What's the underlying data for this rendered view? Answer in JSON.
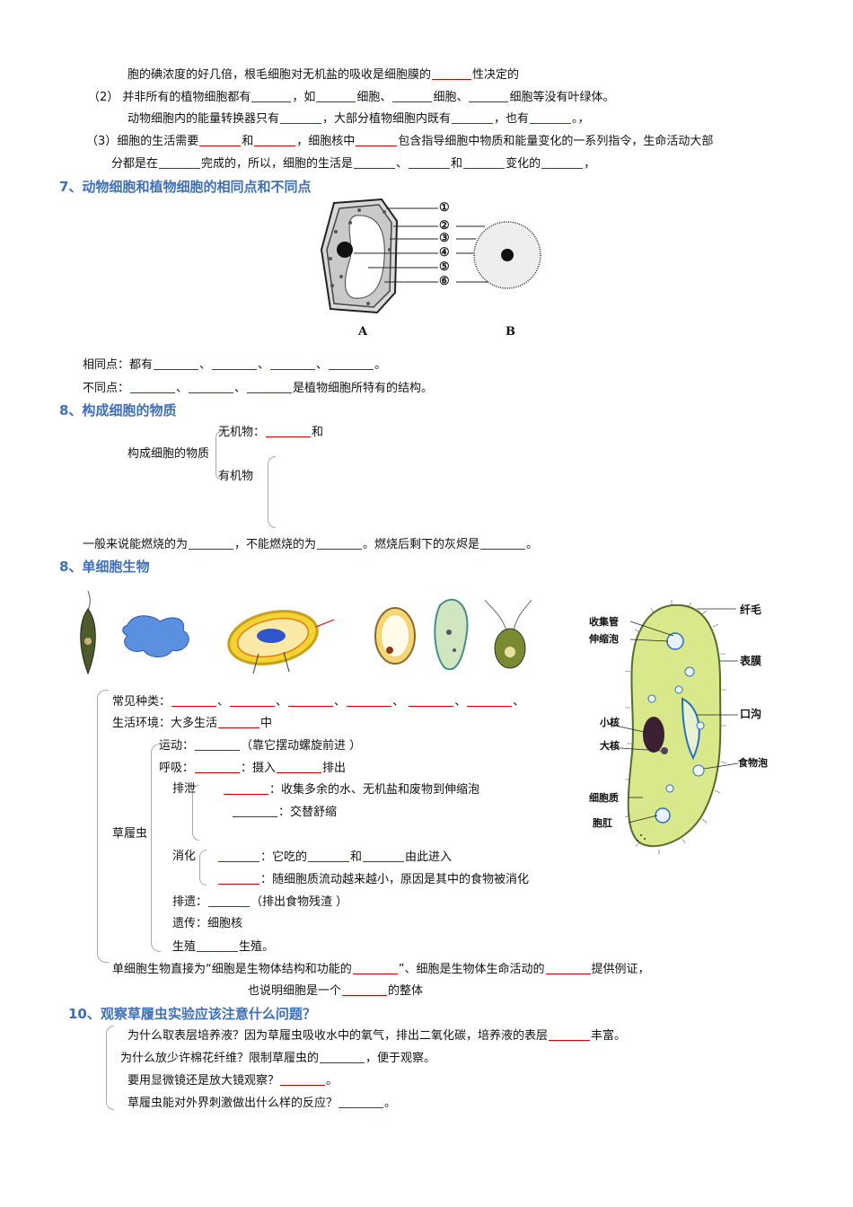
{
  "sec6": {
    "l1": {
      "a": "胞的碘浓度的好几倍，根毛细胞对无机盐的吸收是细胞膜的",
      "b": "性决定的"
    },
    "l2": {
      "a": "（2）  并非所有的植物细胞都有",
      "b": "，如",
      "c": "细胞、",
      "d": "细胞、",
      "e": "细胞等没有叶绿体。"
    },
    "l3": {
      "a": "动物细胞内的能量转换器只有",
      "b": "，大部分植物细胞内既有",
      "c": "，也有",
      "d": "。，"
    },
    "l4": {
      "a": "（3）细胞的生活需要",
      "b": "和",
      "c": "，细胞核中",
      "d": "包含指导细胞中物质和能量变化的一系列指令，生命活动大部"
    },
    "l5": {
      "a": "分都是在",
      "b": "完成的，所以，细胞的生活是",
      "c": "、",
      "d": "和",
      "e": "变化的",
      "f": "，"
    }
  },
  "sec7": {
    "title": "7、动物细胞和植物细胞的相同点和不同点",
    "labels": [
      "①",
      "②",
      "③",
      "④",
      "⑤",
      "⑥"
    ],
    "fig_a": "A",
    "fig_b": "B",
    "same": {
      "a": "相同点：都有",
      "sep": "、",
      "end": "。"
    },
    "diff": {
      "a": "不同点：",
      "sep": "、",
      "end": "是植物细胞所特有的结构。"
    }
  },
  "sec8a": {
    "title": "8、构成细胞的物质",
    "inorganic": "无机物：",
    "and": "和",
    "root": "构成细胞的物质",
    "organic": "有机物",
    "burn": {
      "a": "一般来说能燃烧的为",
      "b": "，不能燃烧的为",
      "c": "。燃烧后剩下的灰烬是",
      "d": "。"
    }
  },
  "sec8b": {
    "title": "8、单细胞生物",
    "para_labels": {
      "cilia": "纤毛",
      "collect": "收集管",
      "contract": "伸缩泡",
      "membrane": "表膜",
      "groove": "口沟",
      "micro": "小核",
      "macro": "大核",
      "food": "食物泡",
      "cyto": "细胞质",
      "anal": "胞肛"
    },
    "species": "常见种类：",
    "sep": "、",
    "env": {
      "a": "生活环境：大多生活",
      "b": "中"
    },
    "para": "草履虫",
    "move": {
      "a": "运动：",
      "b": "（靠它摆动螺旋前进 ）"
    },
    "breath": {
      "a": "呼吸：",
      "b": "：摄入",
      "c": "排出"
    },
    "excrete": "排泄",
    "ex1": "：收集多余的水、无机盐和废物到伸缩泡",
    "ex2": "：交替舒缩",
    "digest": "消化",
    "dg1": {
      "a": "：它吃的",
      "b": "和",
      "c": "由此进入"
    },
    "dg2": "：随细胞质流动越来越小，原因是其中的食物被消化",
    "egest": {
      "a": "排遗：",
      "b": "（排出食物残渣 ）"
    },
    "heredity": "遗传：细胞核",
    "repro": {
      "a": "生殖",
      "b": "生殖。"
    },
    "summary1": {
      "a": "单细胞生物直接为“细胞是生物体结构和功能的",
      "b": "”、细胞是生物体生命活动的",
      "c": "提供例证，"
    },
    "summary2": {
      "a": "也说明细胞是一个",
      "b": "的整体"
    }
  },
  "sec10": {
    "title": "10、观察草履虫实验应该注意什么问题？",
    "q1": {
      "a": "为什么取表层培养液？因为草履虫吸收水中的氧气，排出二氧化碳，培养液的表层",
      "b": "丰富。"
    },
    "q2": {
      "a": "为什么放少许棉花纤维？限制草履虫的",
      "b": "，便于观察。"
    },
    "q3": {
      "a": "要用显微镜还是放大镜观察？",
      "b": "。"
    },
    "q4": {
      "a": "草履虫能对外界刺激做出什么样的反应？",
      "b": "。"
    }
  }
}
